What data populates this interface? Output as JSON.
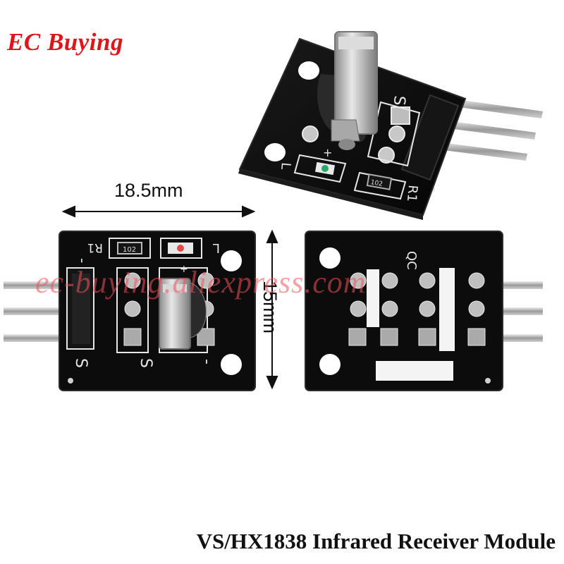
{
  "brand": {
    "name": "EC Buying",
    "color": "#e0141b"
  },
  "watermark": {
    "text": "ec-buying.aliexpress.com"
  },
  "dimensions": {
    "width": "18.5mm",
    "height": "15mm"
  },
  "product": {
    "title": "VS/HX1838 Infrared Receiver Module"
  },
  "silkscreen": {
    "pin_signal": "S",
    "pin_ground": "-",
    "resistor_ref": "R1",
    "resistor_value": "102",
    "led_ref": "L",
    "plus": "+",
    "back_label": "QC"
  },
  "colors": {
    "pcb": "#0b0b0b",
    "silk": "#e6e6e6",
    "metal": "#b8b8b8",
    "shield": "#c9c9c9"
  }
}
